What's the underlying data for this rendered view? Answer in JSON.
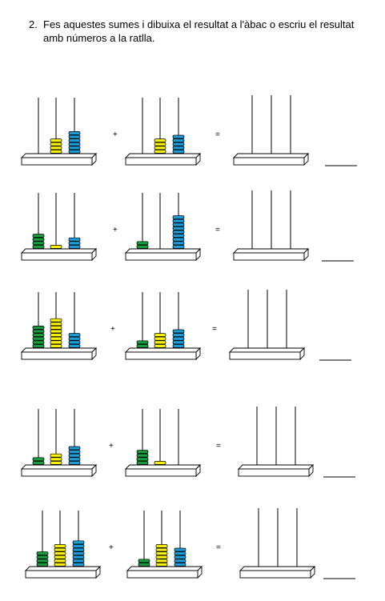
{
  "exercise": {
    "number": "2.",
    "text": "Fes aquestes sumes i dibuixa el resultat a l'àbac o escriu el resultat amb números a la ratlla."
  },
  "symbols": {
    "plus": "+",
    "equals": "="
  },
  "colors": {
    "green": "#1a9a3c",
    "yellow": "#f5ee10",
    "blue": "#1e9ad6",
    "outline": "#000000"
  },
  "bead_order": [
    "green",
    "yellow",
    "blue"
  ],
  "rows": [
    {
      "left": [
        0,
        4,
        6
      ],
      "right": [
        0,
        4,
        5
      ]
    },
    {
      "left": [
        4,
        1,
        3
      ],
      "right": [
        2,
        0,
        9
      ]
    },
    {
      "left": [
        6,
        8,
        4
      ],
      "right": [
        2,
        4,
        5
      ]
    },
    {
      "left": [
        2,
        3,
        5
      ],
      "right": [
        4,
        1,
        0
      ]
    },
    {
      "left": [
        4,
        6,
        7
      ],
      "right": [
        2,
        6,
        5
      ]
    }
  ]
}
